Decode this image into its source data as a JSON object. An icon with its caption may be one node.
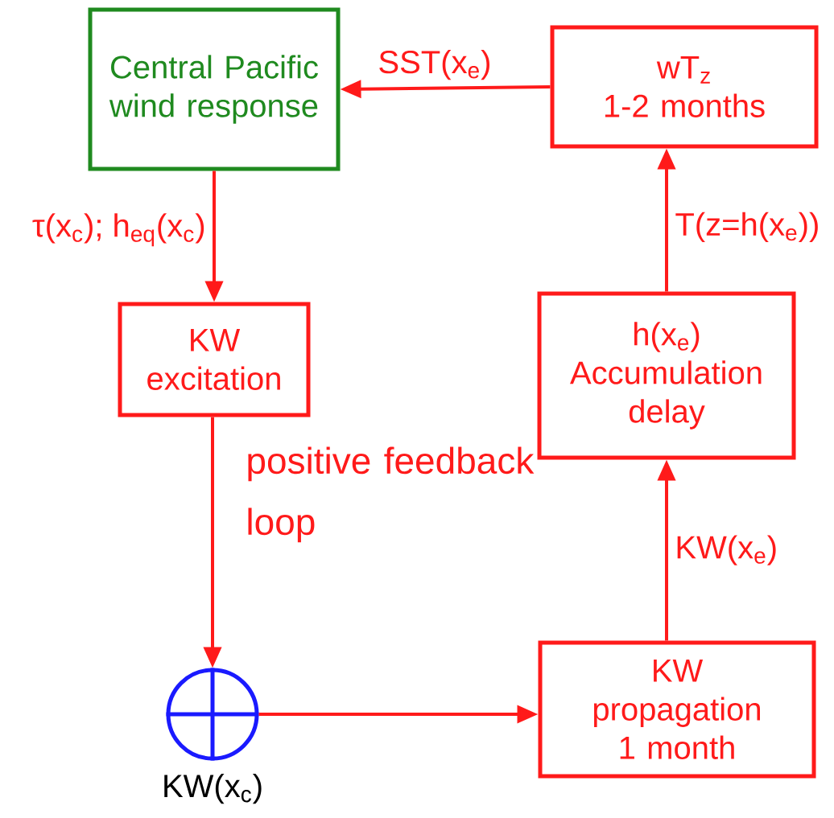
{
  "diagram": {
    "nodes": [
      {
        "text": [
          "Central Pacific wind response"
        ]
      },
      {
        "text": [
          "wT$_{z}$",
          "1-2 months"
        ]
      },
      {
        "text": [
          "KW excitation"
        ]
      },
      {
        "text": [
          "h(x$_{e}$)",
          "Accumulation delay"
        ]
      },
      {
        "text": [],
        "shape": "circle",
        "beside": [
          "KW(x$_{c}$)"
        ]
      },
      {
        "text": [
          "KW propagation",
          "1 month"
        ]
      }
    ],
    "edges": [
      {
        "from": 1,
        "to": 0,
        "arrow": "to",
        "label": "SST(x$_{e}$)"
      },
      {
        "from": 0,
        "to": 2,
        "arrow": "to",
        "label": "τ(x$_{c}$); h$_{eq}$(x$_{c}$)"
      },
      {
        "from": 2,
        "to": 4,
        "arrow": "to"
      },
      {
        "from": 4,
        "to": 5,
        "arrow": "to"
      },
      {
        "from": 5,
        "to": 3,
        "arrow": "to",
        "label": "KW(x$_{e}$)"
      },
      {
        "from": 3,
        "to": 1,
        "arrow": "to",
        "label": "T(z=h(x$_{e}$))"
      }
    ],
    "labels": [
      "positive feedback loop"
    ]
  }
}
